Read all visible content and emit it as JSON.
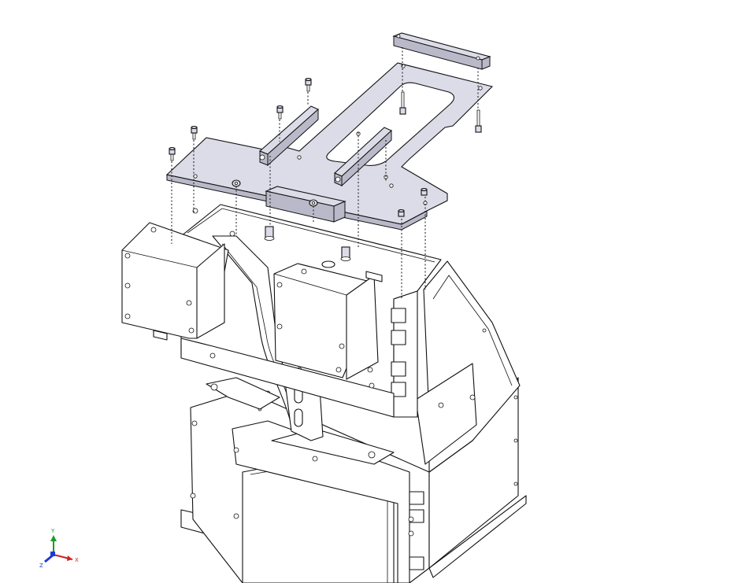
{
  "colors": {
    "background": "#ffffff",
    "line": "#111111",
    "part_fill": "#dcdce8",
    "part_edge": "#b9b9c9",
    "axis_x": "#d11f1f",
    "axis_y": "#1f9a2a",
    "axis_z": "#1f3ad1"
  },
  "triad": {
    "x_label": "X",
    "y_label": "Y",
    "z_label": "Z"
  }
}
